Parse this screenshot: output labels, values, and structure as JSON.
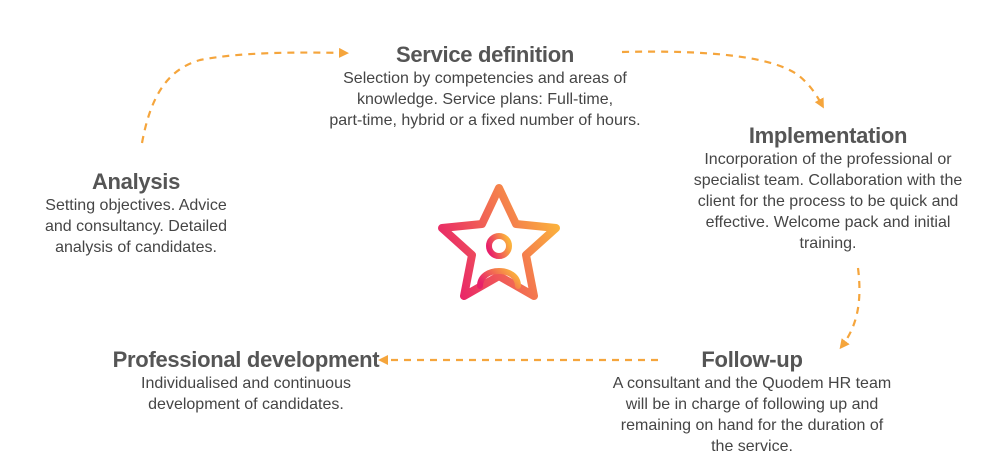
{
  "steps": {
    "service_definition": {
      "title": "Service definition",
      "lines": [
        "Selection by competencies and areas of",
        "knowledge. Service plans: Full-time,",
        "part-time, hybrid or a fixed number of hours."
      ]
    },
    "implementation": {
      "title": "Implementation",
      "lines": [
        "Incorporation of the professional or",
        "specialist team. Collaboration with the",
        "client for the process to be quick and",
        "effective. Welcome pack and initial",
        "training."
      ]
    },
    "analysis": {
      "title": "Analysis",
      "lines": [
        "Setting objectives. Advice",
        "and consultancy. Detailed",
        "analysis of candidates."
      ]
    },
    "follow_up": {
      "title": "Follow-up",
      "lines": [
        "A consultant and the Quodem HR team",
        "will be in charge of following up and",
        "remaining on hand for the duration of",
        "the service."
      ]
    },
    "professional_development": {
      "title": "Professional development",
      "lines": [
        "Individualised and continuous",
        "development of candidates."
      ]
    }
  },
  "colors": {
    "arrow": "#f5a53c",
    "star_gradient_start": "#e8206a",
    "star_gradient_end": "#fbb23c",
    "title_text": "#555555",
    "body_text": "#454545"
  },
  "icons": {
    "center": "star-person-icon"
  }
}
